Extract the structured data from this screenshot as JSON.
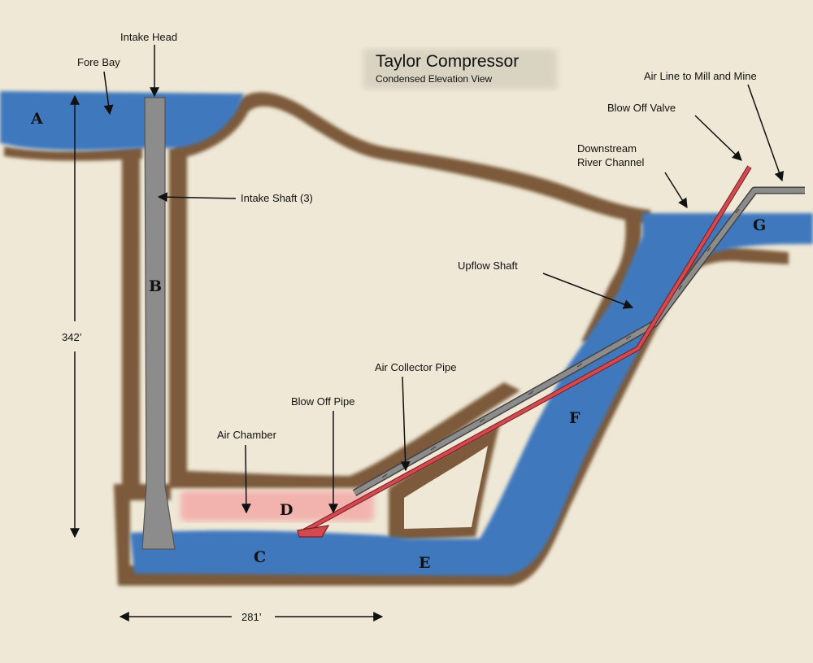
{
  "title": "Taylor Compressor",
  "subtitle": "Condensed Elevation View",
  "labels": {
    "intake_head": "Intake Head",
    "fore_bay": "Fore Bay",
    "intake_shaft": "Intake Shaft (3)",
    "air_line": "Air Line to Mill and Mine",
    "blow_off_valve": "Blow Off Valve",
    "downstream_1": "Downstream",
    "downstream_2": "River Channel",
    "upflow_shaft": "Upflow Shaft",
    "air_collector_pipe": "Air Collector Pipe",
    "blow_off_pipe": "Blow Off Pipe",
    "air_chamber": "Air Chamber"
  },
  "dimensions": {
    "height": "342’",
    "width": "281’"
  },
  "letters": {
    "a": "A",
    "b": "B",
    "c": "C",
    "d": "D",
    "e": "E",
    "f": "F",
    "g": "G"
  },
  "colors": {
    "background": "#efe8d6",
    "rock": "#7b5a3a",
    "water": "#3f78bd",
    "pipe": "#8c8c8c",
    "blow_off": "#d2494f",
    "air_chamber": "#f2b3ae"
  }
}
